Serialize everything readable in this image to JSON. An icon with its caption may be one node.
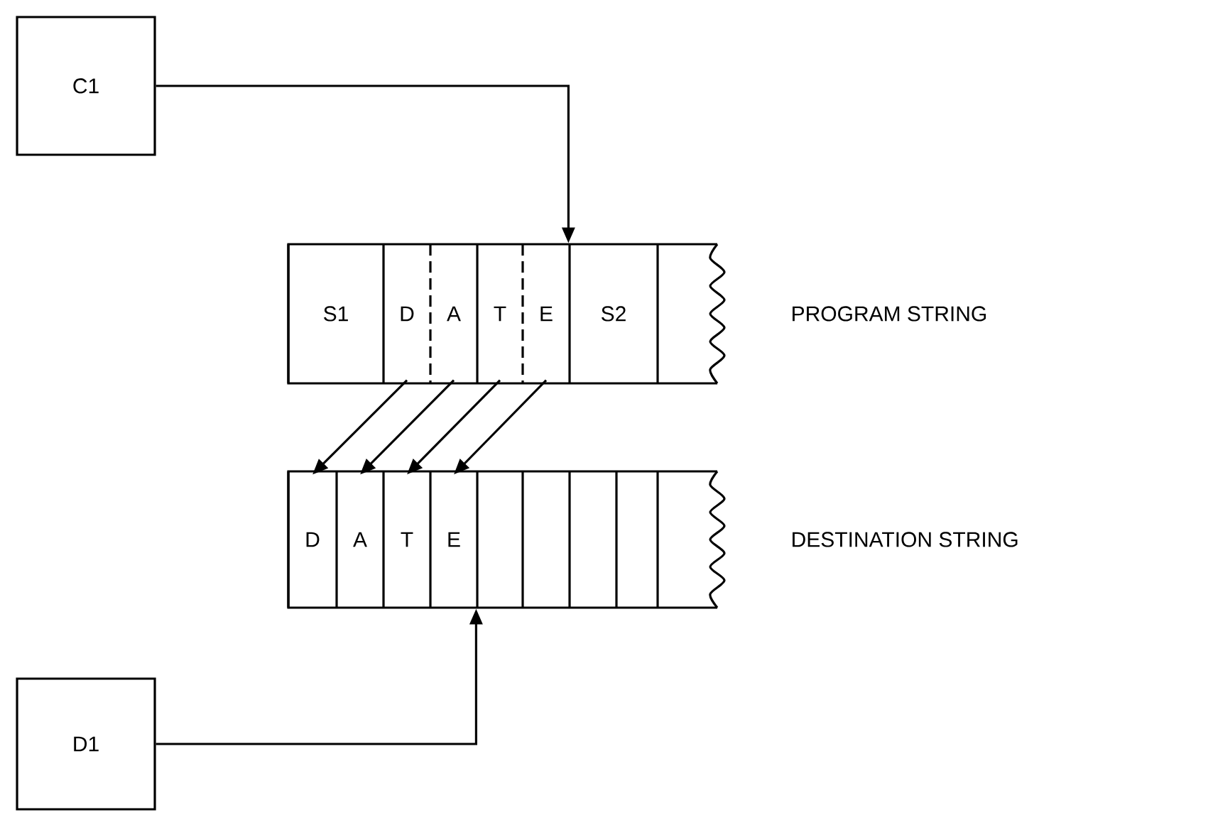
{
  "diagram": {
    "nodes": [
      {
        "text": [
          "C1"
        ]
      },
      {
        "text": [],
        "shape": "box",
        "beside": [
          "PROGRAM STRING"
        ]
      },
      {
        "text": [
          "S1"
        ],
        "in": 1
      },
      {
        "text": [
          "D"
        ],
        "in": 1
      },
      {
        "text": [
          "A"
        ],
        "in": 1
      },
      {
        "text": [
          "T"
        ],
        "in": 1
      },
      {
        "text": [
          "E"
        ],
        "in": 1
      },
      {
        "text": [
          "S2"
        ],
        "in": 1
      },
      {
        "text": [],
        "shape": "box",
        "in": 1
      },
      {
        "text": [],
        "shape": "box",
        "beside": [
          "DESTINATION STRING"
        ]
      },
      {
        "text": [
          "D"
        ],
        "in": 9
      },
      {
        "text": [
          "A"
        ],
        "in": 9
      },
      {
        "text": [
          "T"
        ],
        "in": 9
      },
      {
        "text": [
          "E"
        ],
        "in": 9
      },
      {
        "text": [],
        "shape": "box",
        "in": 9
      },
      {
        "text": [],
        "shape": "box",
        "in": 9
      },
      {
        "text": [],
        "shape": "box",
        "in": 9
      },
      {
        "text": [],
        "shape": "box",
        "in": 9
      },
      {
        "text": [],
        "shape": "box",
        "in": 9
      },
      {
        "text": [
          "D1"
        ]
      }
    ],
    "edges": [
      {
        "from": 0,
        "to": 1,
        "arrow": "to"
      },
      {
        "from": 3,
        "to": 10,
        "arrow": "to"
      },
      {
        "from": 4,
        "to": 11,
        "arrow": "to"
      },
      {
        "from": 5,
        "to": 12,
        "arrow": "to"
      },
      {
        "from": 6,
        "to": 13,
        "arrow": "to"
      },
      {
        "from": 19,
        "to": 9,
        "arrow": "to"
      }
    ]
  }
}
